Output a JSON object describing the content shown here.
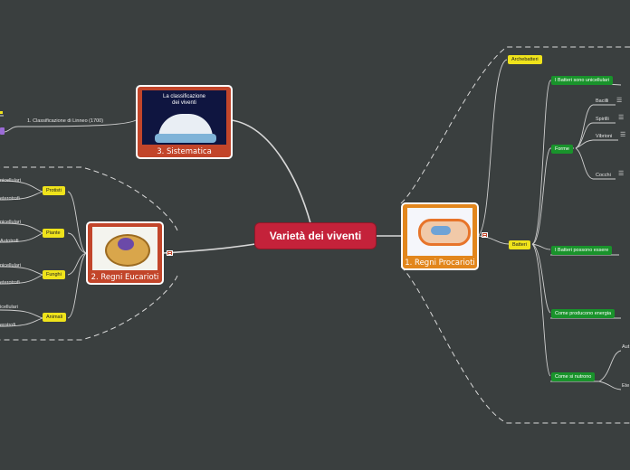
{
  "central": {
    "label": "Varietà dei viventi"
  },
  "systematics": {
    "caption": "3. Sistematica",
    "image_title_line1": "La classificazione",
    "image_title_line2": "dei viventi",
    "branch": "1.  Classificazione di Linneo (1700)"
  },
  "prokaryotes": {
    "caption": "1. Regni Procarioti",
    "archebatteri": "Archebatteri",
    "batteri": "Batteri",
    "unicellulari": "I Batteri sono unicellulari",
    "forme": "Forme",
    "shapes": [
      "Bacilli",
      "Spirilli",
      "Vibrioni",
      "Cocchi"
    ],
    "possono": "I Batteri possono essere",
    "energia": "Come producono energia",
    "nutrono": "Come si nutrono",
    "auto": "Aut",
    "etero": "Ete"
  },
  "eukaryotes": {
    "caption": "2. Regni Eucarioti",
    "kingdoms": [
      "Protisti",
      "Piante",
      "Funghi",
      "Animali"
    ],
    "leaves": [
      "nicellulari",
      "eterotrofi",
      "nicellulari",
      "Autotrofi",
      "nicellulari",
      "eterotrofi",
      "icellulari",
      "erotrofi"
    ]
  }
}
